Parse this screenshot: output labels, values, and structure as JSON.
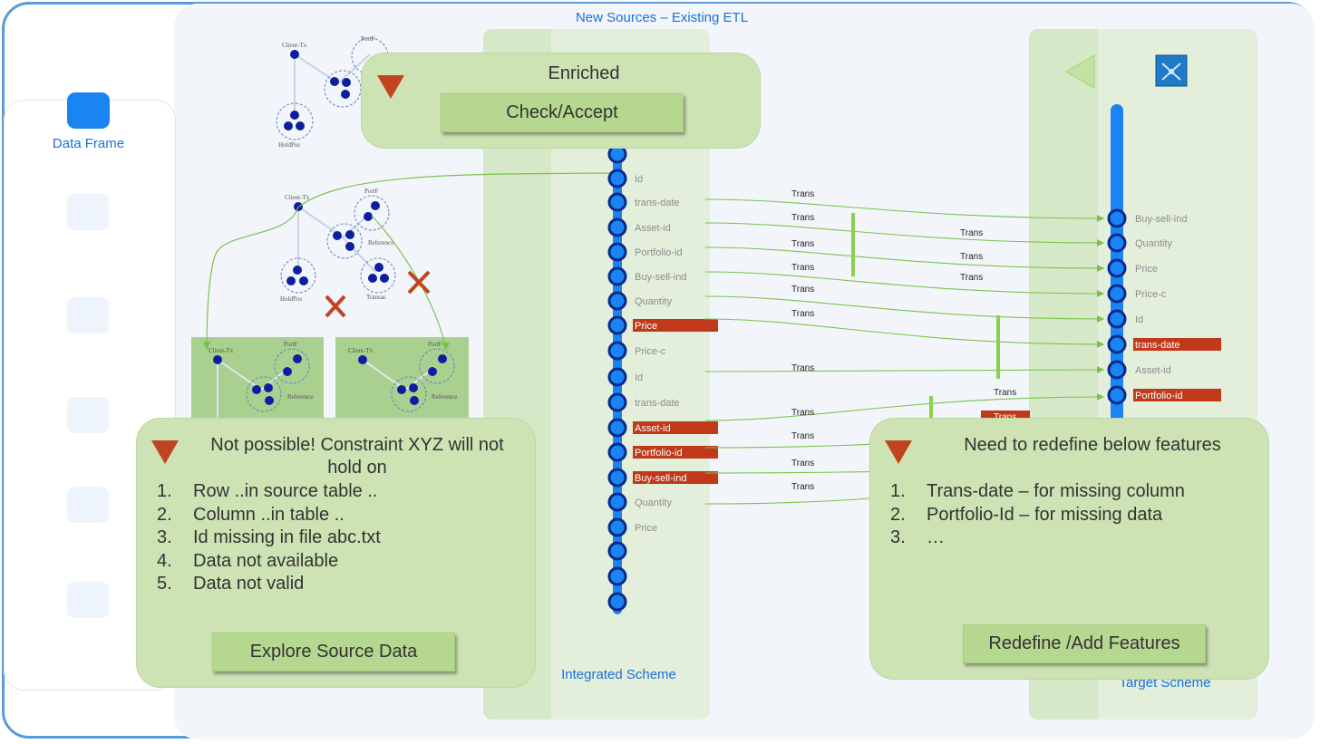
{
  "title": "New Sources – Existing ETL",
  "sidebar": {
    "active_label": "Data Frame",
    "slot_count": 5
  },
  "columns": {
    "integrated_title": "Integrated Scheme",
    "target_title": "Target Scheme"
  },
  "integrated_fields": [
    {
      "label": "Id",
      "highlight": false
    },
    {
      "label": "trans-date",
      "highlight": false
    },
    {
      "label": "Asset-id",
      "highlight": false
    },
    {
      "label": "Portfolio-id",
      "highlight": false
    },
    {
      "label": "Buy-sell-ind",
      "highlight": false
    },
    {
      "label": "Quantity",
      "highlight": false
    },
    {
      "label": "Price",
      "highlight": true
    },
    {
      "label": "Price-c",
      "highlight": false
    },
    {
      "label": "Id",
      "highlight": false
    },
    {
      "label": "trans-date",
      "highlight": false
    },
    {
      "label": "Asset-id",
      "highlight": true
    },
    {
      "label": "Portfolio-id",
      "highlight": true
    },
    {
      "label": "Buy-sell-ind",
      "highlight": true
    },
    {
      "label": "Quantity",
      "highlight": false
    },
    {
      "label": "Price",
      "highlight": false
    }
  ],
  "target_fields": [
    {
      "label": "Buy-sell-ind",
      "highlight": false
    },
    {
      "label": "Quantity",
      "highlight": false
    },
    {
      "label": "Price",
      "highlight": false
    },
    {
      "label": "Price-c",
      "highlight": false
    },
    {
      "label": "Id",
      "highlight": false
    },
    {
      "label": "trans-date",
      "highlight": true
    },
    {
      "label": "Asset-id",
      "highlight": false
    },
    {
      "label": "Portfolio-id",
      "highlight": true
    }
  ],
  "mapping_label": "Trans",
  "graph_labels": {
    "client_tx": "Client-Tx",
    "portf": "PortF",
    "holdpos": "HoldPos",
    "reference": "Reference",
    "transac": "Transac"
  },
  "popup_enriched": {
    "title": "Enriched",
    "button": "Check/Accept"
  },
  "popup_not_possible": {
    "title": "Not possible! Constraint XYZ will not hold on",
    "items": [
      {
        "num": "1.",
        "text": "Row ..in source table .."
      },
      {
        "num": "2.",
        "text": "Column ..in table .."
      },
      {
        "num": "3.",
        "text": "Id missing in file abc.txt"
      },
      {
        "num": "4.",
        "text": "Data not available"
      },
      {
        "num": "5.",
        "text": "Data not valid"
      }
    ],
    "button": "Explore Source Data"
  },
  "popup_redefine": {
    "title": "Need to redefine below features",
    "items": [
      {
        "num": "1.",
        "text": "Trans-date – for missing column"
      },
      {
        "num": "2.",
        "text": "Portfolio-Id – for missing data"
      },
      {
        "num": "3.",
        "text": "…"
      }
    ],
    "button": "Redefine /Add Features"
  },
  "colors": {
    "accent_blue": "#1a84f2",
    "highlight_red": "#c0391b",
    "link_green": "#7cc24a",
    "popup_green": "#cde3b4"
  }
}
